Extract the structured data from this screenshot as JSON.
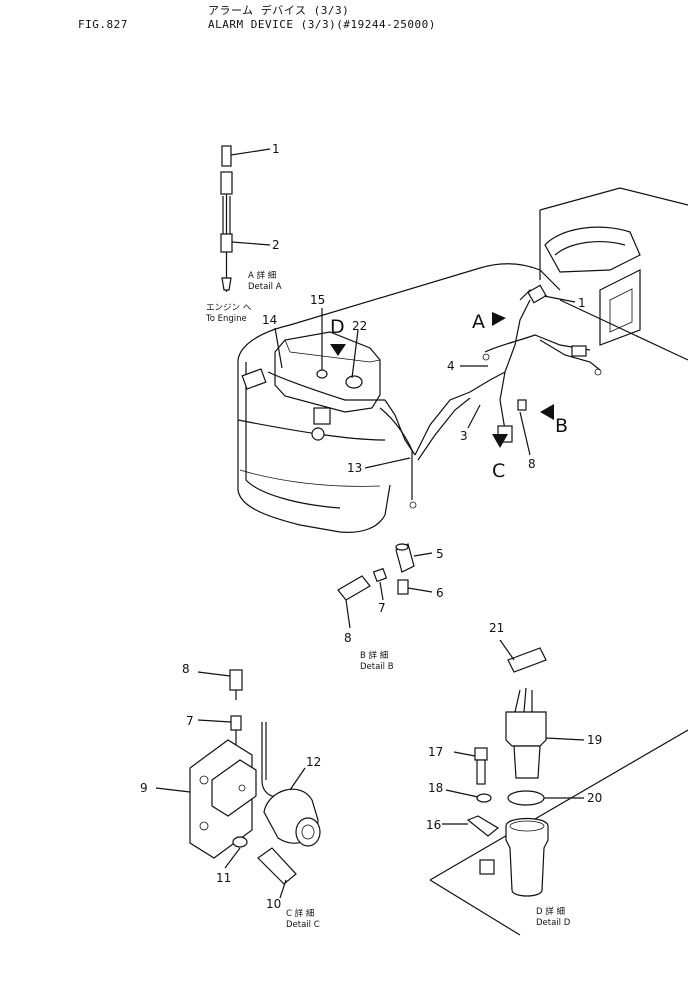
{
  "header": {
    "fig_no": "FIG.827",
    "jp_title": "アラーム デバイス (3/3)",
    "title": "ALARM DEVICE (3/3)(#19244-25000)"
  },
  "parts": [
    "1",
    "2",
    "3",
    "4",
    "5",
    "6",
    "7",
    "8",
    "9",
    "10",
    "11",
    "12",
    "13",
    "14",
    "15",
    "16",
    "17",
    "18",
    "19",
    "20",
    "21",
    "22"
  ],
  "details": {
    "A": {
      "letter": "A",
      "jp": "A 詳 細",
      "en": "Detail A"
    },
    "B": {
      "letter": "B",
      "jp": "B 詳 細",
      "en": "Detail B"
    },
    "C": {
      "letter": "C",
      "jp": "C 詳 細",
      "en": "Detail C"
    },
    "D": {
      "letter": "D",
      "jp": "D 詳 細",
      "en": "Detail D"
    }
  },
  "to_engine": {
    "jp": "エンジン へ",
    "en": "To Engine"
  }
}
